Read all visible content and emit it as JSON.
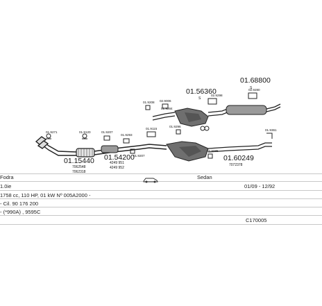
{
  "parts": {
    "p1": "01.15440",
    "p1_sub": "7062548",
    "p1_sub2": "7062318",
    "p2": "01.54200",
    "p2_sub": "4249 951",
    "p2_sub2": "4249 952",
    "p3": "01.56360",
    "p4": "01.68800",
    "p5": "01.60249",
    "p5_sub": "7072378",
    "s_mark": "S",
    "small": {
      "a1": "01.9271",
      "a2": "01.9120",
      "a3": "01.9293",
      "a4": "01.9207",
      "a5": "01.9115",
      "a6": "01.9296",
      "a7": "02.9006",
      "a8": "01.9208",
      "a9": "01.9361",
      "a10": "02.9298",
      "a11": "02.9095",
      "a12": "02.9280",
      "a13": "01.9207",
      "a14": "01.9284"
    }
  },
  "info": {
    "model": "Fodra",
    "engine": "1.0ie",
    "body": "Sedan",
    "years": "01/09 - 12/92",
    "spec1": "1758 cc, 110 HP, 01 kW Nº 005A2000 -",
    "spec2": "- Cil. 90 176 200",
    "spec3": "- (*990A) , 9595C",
    "ref": "C170005"
  }
}
